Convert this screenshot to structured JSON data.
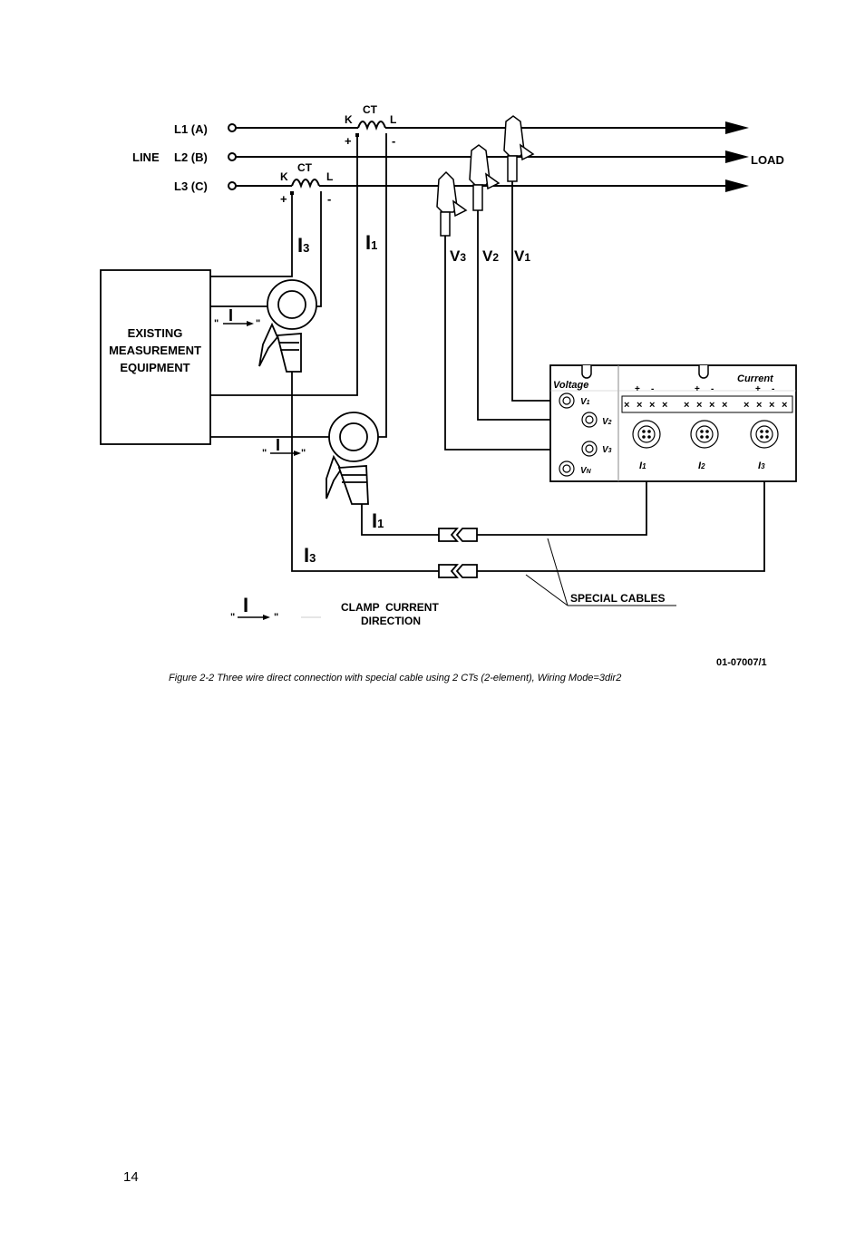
{
  "lines": {
    "l1": "L1 (A)",
    "l2": "L2 (B)",
    "l3": "L3 (C)",
    "line": "LINE",
    "load": "LOAD"
  },
  "ct": {
    "label": "CT",
    "k": "K",
    "l": "L",
    "plus": "+",
    "minus": "-"
  },
  "currents": {
    "i1": "I",
    "i1_sub": "1",
    "i3": "I",
    "i3_sub": "3"
  },
  "voltages": {
    "v1": "V",
    "v1_sub": "1",
    "v2": "V",
    "v2_sub": "2",
    "v3": "V",
    "v3_sub": "3"
  },
  "equipment": {
    "line1": "EXISTING",
    "line2": "MEASUREMENT",
    "line3": "EQUIPMENT"
  },
  "analyzer": {
    "voltage_title": "Voltage",
    "current_title": "Current",
    "v1": "V",
    "v1_sub": "1",
    "v2": "V",
    "v2_sub": "2",
    "v3": "V",
    "v3_sub": "3",
    "vn": "V",
    "vn_sub": "N",
    "i1": "I",
    "i1_sub": "1",
    "i2": "I",
    "i2_sub": "2",
    "i3": "I",
    "i3_sub": "3"
  },
  "legend": {
    "special_cables": "SPECIAL CABLES",
    "clamp_line1": "CLAMP  CURRENT",
    "clamp_line2": "DIRECTION",
    "arrow_symbol": "I"
  },
  "figure_id": "01-07007/1",
  "caption": "Figure 2-2   Three wire direct connection with special cable using 2 CTs (2-element), Wiring Mode=3dir2",
  "page_number": "14"
}
